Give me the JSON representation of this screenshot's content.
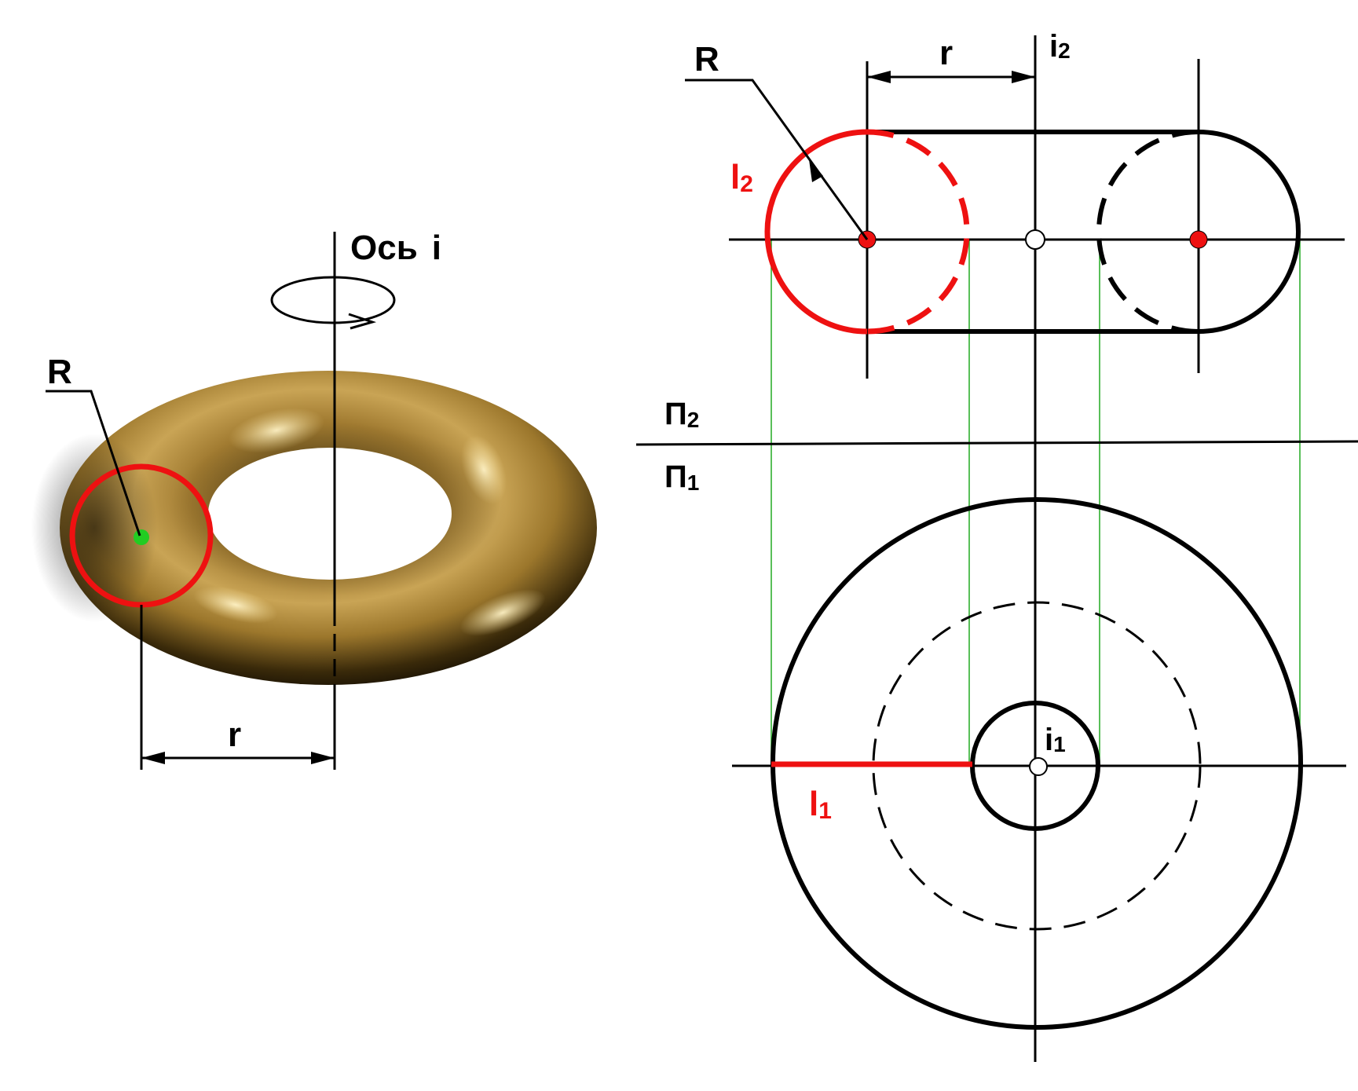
{
  "labels": {
    "axis": "Ось",
    "axis_var": "i",
    "R_left": "R",
    "r_left": "r",
    "R_right": "R",
    "r_right": "r",
    "i2": "i",
    "i2_sub": "2",
    "i1": "i",
    "i1_sub": "1",
    "l2": "l",
    "l2_sub": "2",
    "l1": "l",
    "l1_sub": "1",
    "p2": "П",
    "p2_sub": "2",
    "p1": "П",
    "p1_sub": "1"
  },
  "colors": {
    "torus_main": "#a07a30",
    "torus_light": "#f4dc96",
    "torus_dark": "#1a1204",
    "generatrix": "#ee1111",
    "center_point": "#22cc22",
    "line": "#000000",
    "projection_line": "#22aa22"
  }
}
